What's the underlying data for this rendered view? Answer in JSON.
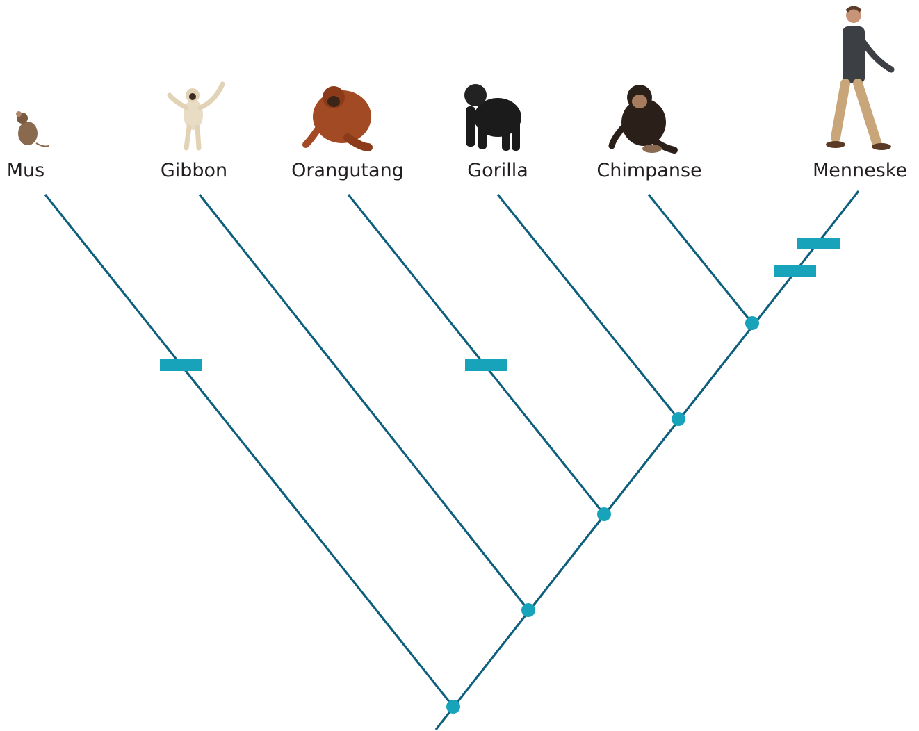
{
  "tree": {
    "line_color": "#0d5f7d",
    "node_color": "#17a4bb",
    "marker_color": "#17a4bb",
    "taxa": [
      {
        "id": "mus",
        "label": "Mus",
        "icon": "mouse-icon"
      },
      {
        "id": "gibbon",
        "label": "Gibbon",
        "icon": "gibbon-icon"
      },
      {
        "id": "orangutang",
        "label": "Orangutang",
        "icon": "orangutan-icon"
      },
      {
        "id": "gorilla",
        "label": "Gorilla",
        "icon": "gorilla-icon"
      },
      {
        "id": "chimpanse",
        "label": "Chimpanse",
        "icon": "chimpanzee-icon"
      },
      {
        "id": "menneske",
        "label": "Menneske",
        "icon": "human-icon"
      }
    ],
    "node_count": 5,
    "trait_markers": [
      {
        "branch": "mus",
        "count": 1
      },
      {
        "branch": "orangutang",
        "count": 1
      },
      {
        "branch": "menneske",
        "count": 2
      }
    ]
  }
}
